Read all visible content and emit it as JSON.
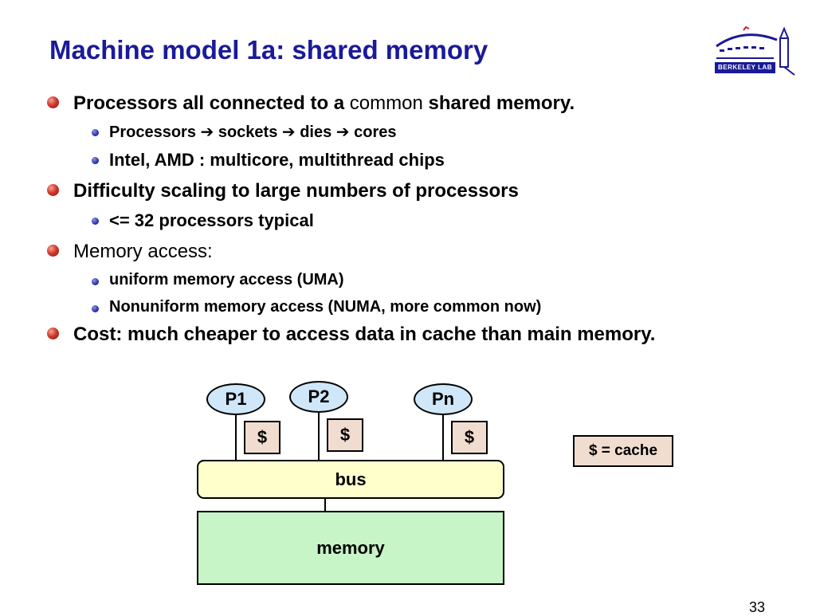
{
  "slide": {
    "title": "Machine model 1a: shared memory",
    "logo_text": "BERKELEY LAB",
    "number": "33"
  },
  "bullets": [
    {
      "level": 1,
      "parts": [
        {
          "text": "Processors all connected to a ",
          "bold": true
        },
        {
          "text": "common ",
          "bold": false
        },
        {
          "text": "shared memory.",
          "bold": true
        }
      ]
    },
    {
      "level": 2,
      "size": "small",
      "parts": [
        {
          "text": "Processors ",
          "bold": true
        },
        {
          "text": "➔",
          "arrow": true
        },
        {
          "text": " sockets ",
          "bold": true
        },
        {
          "text": "➔",
          "arrow": true
        },
        {
          "text": " dies ",
          "bold": true
        },
        {
          "text": "➔",
          "arrow": true
        },
        {
          "text": " cores",
          "bold": true
        }
      ]
    },
    {
      "level": 2,
      "parts": [
        {
          "text": "Intel, AMD :  multicore, multithread chips",
          "bold": true
        }
      ]
    },
    {
      "level": 1,
      "parts": [
        {
          "text": "Difficulty scaling to large numbers of processors",
          "bold": true
        }
      ]
    },
    {
      "level": 2,
      "parts": [
        {
          "text": "<= 32 processors typical",
          "bold": true
        }
      ]
    },
    {
      "level": 1,
      "parts": [
        {
          "text": "Memory access:",
          "bold": false
        }
      ]
    },
    {
      "level": 2,
      "size": "small",
      "parts": [
        {
          "text": "uniform memory access (UMA)",
          "bold": true
        }
      ]
    },
    {
      "level": 2,
      "size": "small",
      "parts": [
        {
          "text": "Nonuniform memory access (NUMA, more common now)",
          "bold": true
        }
      ]
    },
    {
      "level": 1,
      "parts": [
        {
          "text": "Cost: much cheaper to access data in cache than main memory.",
          "bold": true
        }
      ]
    }
  ],
  "diagram": {
    "processors": [
      "P1",
      "P2",
      "Pn"
    ],
    "cache_label": "$",
    "bus_label": "bus",
    "memory_label": "memory",
    "legend": "$ = cache",
    "colors": {
      "processor": "#cfe7f8",
      "cache": "#f1ddd0",
      "bus": "#ffffcc",
      "memory": "#c8f5c8",
      "title": "#1a1a99"
    }
  }
}
